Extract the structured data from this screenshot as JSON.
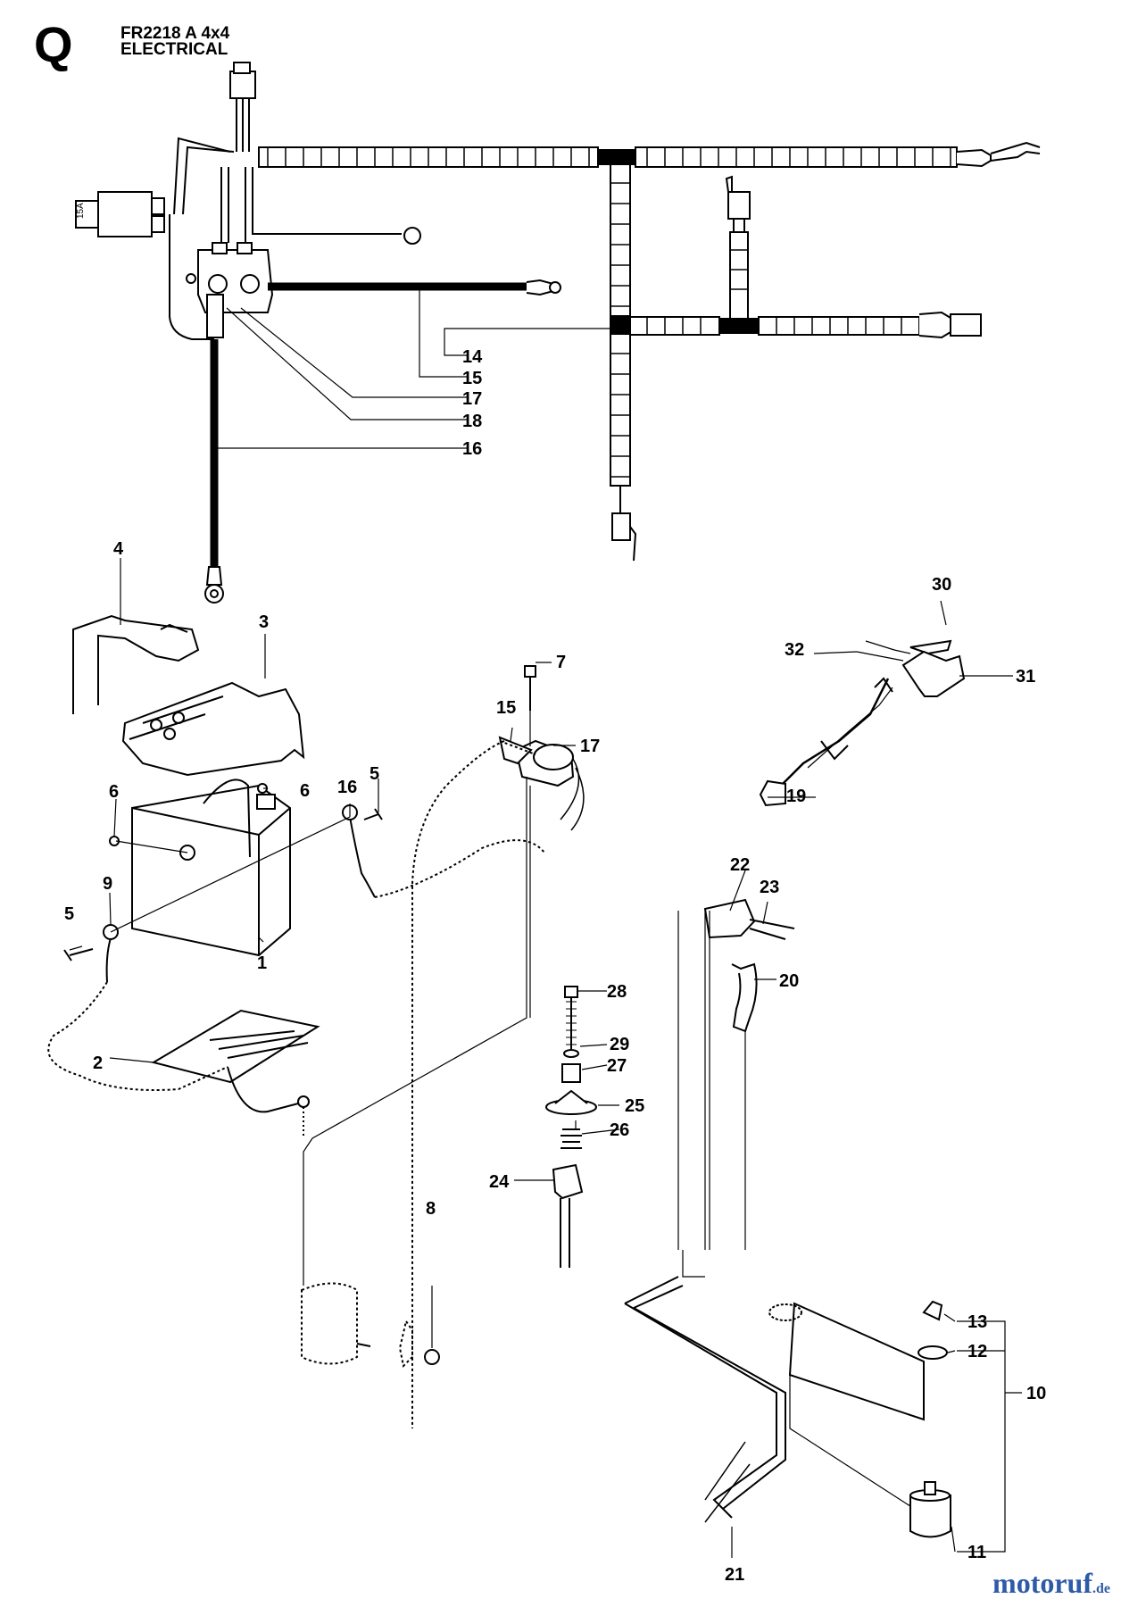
{
  "header": {
    "section_letter": "Q",
    "model": "FR2218 A 4x4",
    "section": "ELECTRICAL"
  },
  "callouts": {
    "c1": "1",
    "c2": "2",
    "c3": "3",
    "c4": "4",
    "c5a": "5",
    "c5b": "5",
    "c6a": "6",
    "c6b": "6",
    "c7": "7",
    "c8": "8",
    "c9": "9",
    "c10": "10",
    "c11": "11",
    "c12": "12",
    "c13": "13",
    "c14": "14",
    "c15a": "15",
    "c15b": "15",
    "c16a": "16",
    "c16b": "16",
    "c17a": "17",
    "c17b": "17",
    "c18": "18",
    "c19": "19",
    "c20": "20",
    "c21": "21",
    "c22": "22",
    "c23": "23",
    "c24": "24",
    "c25": "25",
    "c26": "26",
    "c27": "27",
    "c28": "28",
    "c29": "29",
    "c30": "30",
    "c31": "31",
    "c32": "32"
  },
  "fuse_label": "15A",
  "watermark": {
    "name": "motoruf",
    "tld": ".de"
  }
}
